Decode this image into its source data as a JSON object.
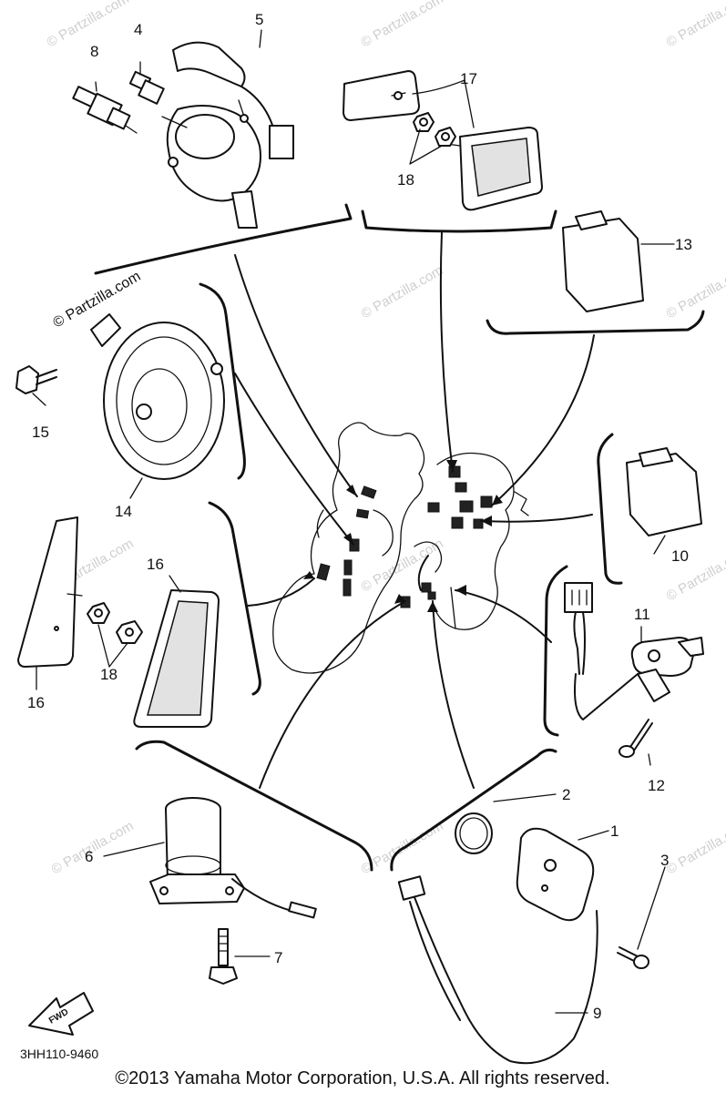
{
  "diagram": {
    "part_labels": {
      "p1": "1",
      "p2": "2",
      "p3": "3",
      "p4": "4",
      "p5": "5",
      "p6": "6",
      "p7": "7",
      "p8": "8",
      "p9": "9",
      "p10": "10",
      "p11": "11",
      "p12": "12",
      "p13": "13",
      "p14": "14",
      "p15": "15",
      "p16a": "16",
      "p16b": "16",
      "p17": "17",
      "p18a": "18",
      "p18b": "18"
    },
    "diagram_code": "3HH110-9460",
    "front_arrow_text": "FWD",
    "watermark_text": "© Partzilla.com",
    "copyright": "©2013 Yamaha Motor Corporation, U.S.A. All rights reserved."
  }
}
